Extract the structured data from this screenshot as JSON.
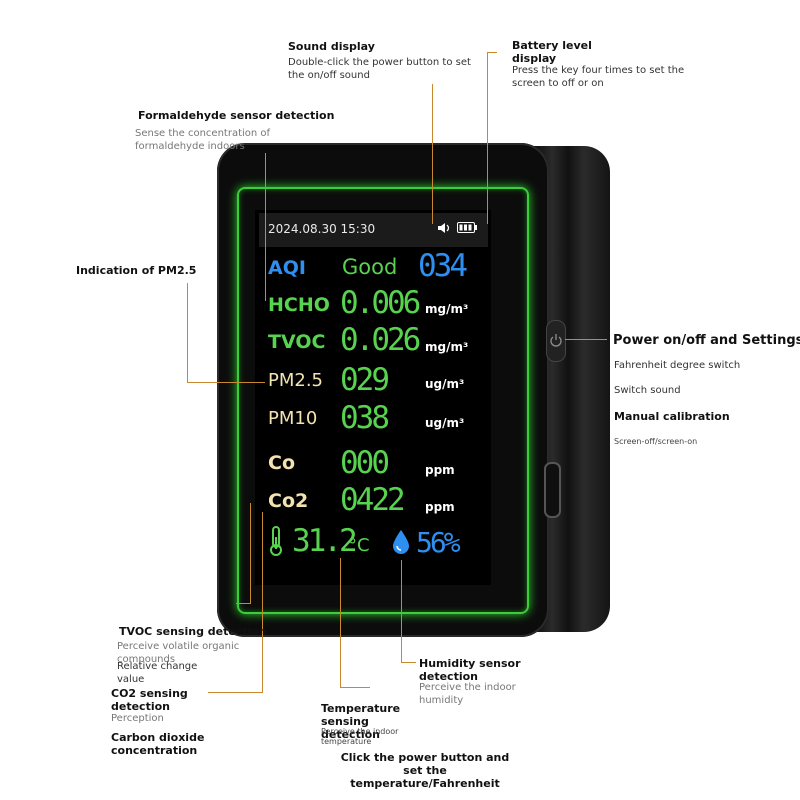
{
  "annotations": {
    "sound": {
      "title": "Sound display",
      "desc": "Double-click the power button to set the on/off sound"
    },
    "battery": {
      "title": "Battery level display",
      "desc": "Press the key four times to set the screen to off or on"
    },
    "formaldehyde": {
      "title": "Formaldehyde sensor detection",
      "desc": "Sense the concentration of formaldehyde indoors"
    },
    "pm25": {
      "title": "Indication of PM2.5"
    },
    "power": {
      "title": "Power on/off and Settings",
      "items": [
        "Fahrenheit degree switch",
        "Switch sound",
        "Manual calibration",
        "Screen-off/screen-on"
      ]
    },
    "tvoc": {
      "title": "TVOC sensing detection",
      "desc": "Perceive volatile organic compounds"
    },
    "relative": {
      "text": "Relative change value"
    },
    "co2": {
      "title": "CO2 sensing detection",
      "desc1": "Perception",
      "desc2": "Carbon dioxide concentration"
    },
    "humidity": {
      "title": "Humidity sensor detection",
      "desc": "Perceive the indoor humidity"
    },
    "temperature": {
      "title": "Temperature sensing detection",
      "desc": "Perceive the indoor temperature",
      "note": "Click the power button and set the temperature/Fahrenheit"
    }
  },
  "screen": {
    "datetime": "2024.08.30 15:30",
    "aqi": {
      "label": "AQI",
      "status": "Good",
      "value": "034"
    },
    "rows": [
      {
        "label": "HCHO",
        "value": "0.006",
        "unit": "mg/m³"
      },
      {
        "label": "TVOC",
        "value": "0.026",
        "unit": "mg/m³"
      },
      {
        "label": "PM2.5",
        "value": "029",
        "unit": "ug/m³"
      },
      {
        "label": "PM10",
        "value": "038",
        "unit": "ug/m³"
      },
      {
        "label": "Co",
        "value": "000",
        "unit": "ppm"
      },
      {
        "label": "Co2",
        "value": "0422",
        "unit": "ppm"
      }
    ],
    "temperature": "31.2",
    "temp_unit": "°C",
    "humidity": "56%"
  },
  "colors": {
    "green": "#58d34f",
    "blue": "#2f8ff0",
    "cream": "#f3e3b0",
    "lead": "#c98a2e"
  },
  "icons": [
    "sound-icon",
    "battery-icon",
    "thermometer-icon",
    "water-drop-icon",
    "power-icon",
    "usb-c-port-icon"
  ]
}
